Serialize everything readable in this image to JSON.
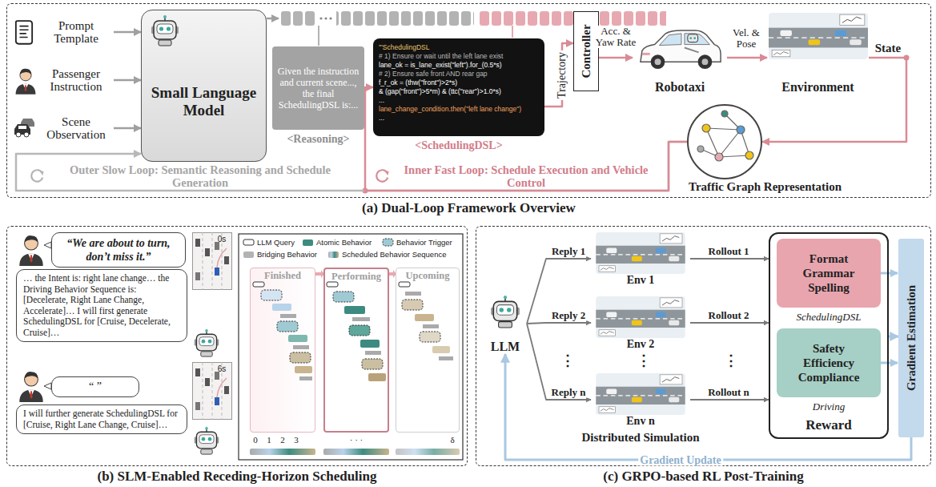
{
  "diagram": {
    "nodes": [
      {
        "text": [
          "(a) Dual-Loop Framework Overview"
        ]
      },
      {
        "text": [
          "Prompt Template"
        ],
        "in": 0
      },
      {
        "text": [
          "Passenger Instruction"
        ],
        "in": 0
      },
      {
        "text": [
          "Scene Observation"
        ],
        "in": 0
      },
      {
        "text": [
          "Small Language Model"
        ],
        "in": 0
      },
      {
        "text": [
          "Given the instruction and current scene..., the final SchedulingDSL is:...",
          "<Reasoning>"
        ],
        "in": 0
      },
      {
        "text": [
          "'''SchedulingDSL",
          "# 1) Ensure or wait until the left lane exist",
          "lane_ok = is_lane_exist(\"left\").for_(0.5*s)",
          "# 2) Ensure safe front AND rear gap",
          "f_r_ok = (thw(\"front\")>2*s)",
          "& (gap(\"front\")>5*m) & (ttc(\"rear\")>1.0*s)",
          "...",
          "lane_change_condition.then(\"left lane change\")",
          "...",
          "<SchedulingDSL>"
        ],
        "in": 0
      },
      {
        "text": [
          "Controller"
        ],
        "in": 0
      },
      {
        "text": [
          "Robotaxi"
        ],
        "in": 0
      },
      {
        "text": [
          "Environment"
        ],
        "in": 0
      },
      {
        "text": [
          "Traffic Graph Representation"
        ],
        "in": 0
      },
      {
        "text": [
          "(b) SLM-Enabled Receding-Horizon Scheduling"
        ]
      },
      {
        "text": [
          "“We are about to turn, don’t miss it.”"
        ],
        "in": 11
      },
      {
        "text": [
          "… the Intent is: right lane change… the Driving Behavior Sequence is: [Decelerate, Right Lane Change, Accelerate]… I will first generate SchedulingDSL for [Cruise, Decelerate, Cruise]…"
        ],
        "in": 11
      },
      {
        "text": [
          "“ ”"
        ],
        "in": 11
      },
      {
        "text": [
          "I will further generate SchedulingDSL for [Cruise, Right Lane Change, Cruise]…"
        ],
        "in": 11
      },
      {
        "text": [
          "Finished"
        ],
        "in": 11
      },
      {
        "text": [
          "Performing"
        ],
        "in": 11
      },
      {
        "text": [
          "Upcoming"
        ],
        "in": 11
      },
      {
        "text": [
          "(c) GRPO-based RL Post-Training"
        ]
      },
      {
        "text": [
          "LLM"
        ],
        "in": 19
      },
      {
        "text": [
          "Env 1"
        ],
        "in": 19
      },
      {
        "text": [
          "Env 2"
        ],
        "in": 19
      },
      {
        "text": [
          "Env n"
        ],
        "in": 19
      },
      {
        "text": [
          "Reward"
        ],
        "in": 19
      },
      {
        "text": [
          "Format Grammar Spelling",
          "SchedulingDSL"
        ],
        "in": 24
      },
      {
        "text": [
          "Safety Efficiency Compliance",
          "Driving"
        ],
        "in": 24
      },
      {
        "text": [
          "Gradient Estimation"
        ],
        "in": 19
      }
    ],
    "edges": [
      {
        "from": 1,
        "to": 4,
        "arrow": "to"
      },
      {
        "from": 2,
        "to": 4,
        "arrow": "to"
      },
      {
        "from": 3,
        "to": 4,
        "arrow": "to"
      },
      {
        "from": 6,
        "to": 7,
        "label": "Trajectory",
        "arrow": "to"
      },
      {
        "from": 7,
        "to": 8,
        "label": "Acc. & Yaw Rate",
        "arrow": "to"
      },
      {
        "from": 8,
        "to": 9,
        "label": "Vel. & Pose",
        "arrow": "to"
      },
      {
        "from": 9,
        "to": 10,
        "label": "State",
        "arrow": "to"
      },
      {
        "from": 10,
        "to": 6,
        "arrow": "to"
      },
      {
        "from": 10,
        "to": 4,
        "arrow": "to"
      },
      {
        "from": 20,
        "to": 21,
        "label": "Reply 1",
        "arrow": "to"
      },
      {
        "from": 20,
        "to": 22,
        "label": "Reply 2",
        "arrow": "to"
      },
      {
        "from": 20,
        "to": 23,
        "label": "Reply n",
        "arrow": "to"
      },
      {
        "from": 21,
        "to": 24,
        "label": "Rollout 1",
        "arrow": "to"
      },
      {
        "from": 22,
        "to": 24,
        "label": "Rollout 2",
        "arrow": "to"
      },
      {
        "from": 23,
        "to": 24,
        "label": "Rollout n",
        "arrow": "to"
      },
      {
        "from": 24,
        "to": 27,
        "arrow": "to"
      },
      {
        "from": 27,
        "to": 20,
        "label": "Gradient Update",
        "arrow": "to"
      }
    ],
    "labels": [
      "Outer Slow Loop: Semantic Reasoning and Schedule Generation",
      "Inner Fast Loop: Schedule Execution and Vehicle Control",
      "0s",
      "6s",
      "0",
      "1",
      "2",
      "3",
      "· · ·",
      "δ",
      "⋮",
      "⋮",
      "⋮",
      "Distributed Simulation"
    ],
    "legend": [
      {
        "text": "LLM Query"
      },
      {
        "text": "Atomic Behavior",
        "color": "#3d8b80"
      },
      {
        "text": "Behavior Trigger"
      },
      {
        "text": "Bridging Behavior",
        "color": "#b3b3b3"
      },
      {
        "text": "Scheduled Behavior Sequence"
      }
    ]
  }
}
